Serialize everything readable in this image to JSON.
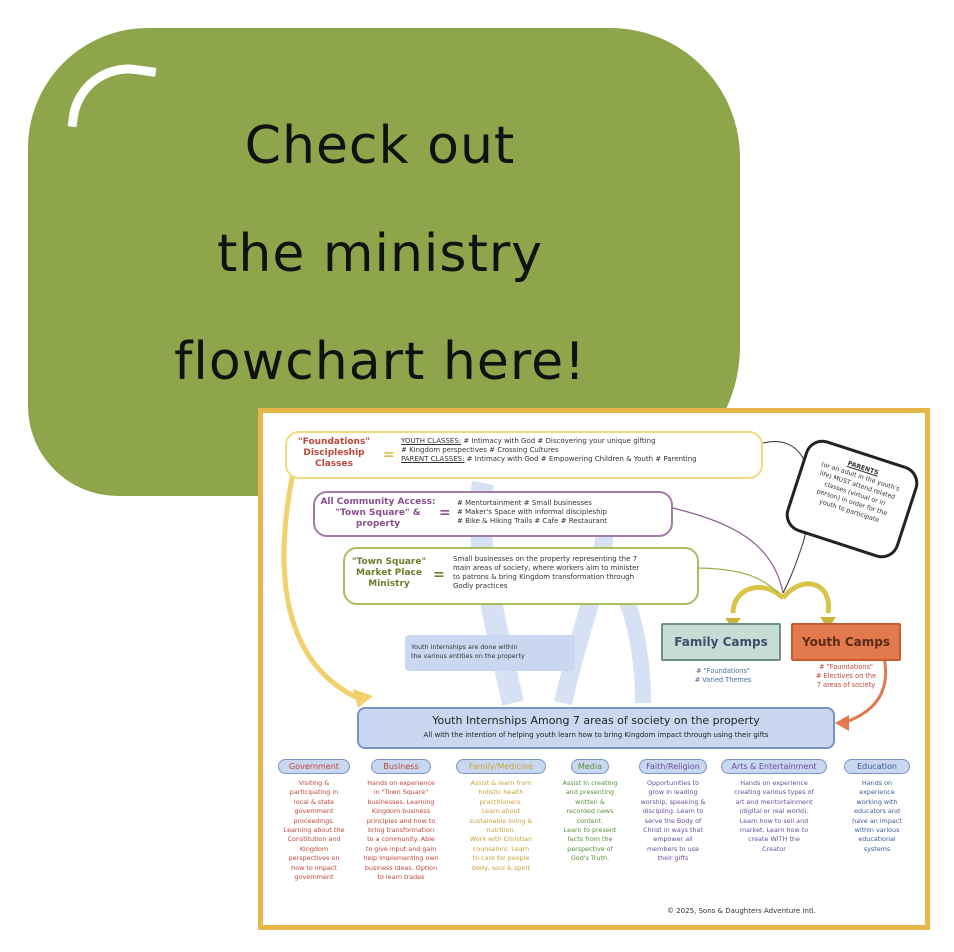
{
  "headline": [
    "Check out",
    "the ministry",
    "flowchart here!"
  ],
  "flowchart": {
    "foundations": {
      "label": [
        "\"Foundations\"",
        "Discipleship",
        "Classes"
      ],
      "youth_title": "YOUTH CLASSES:",
      "youth_text": "# Intimacy with God # Discovering your unique gifting",
      "youth_text2": "# Kingdom perspectives # Crossing Cultures",
      "parent_title": "PARENT CLASSES:",
      "parent_text": "# Intimacy with God # Empowering Children & Youth # Parenting"
    },
    "community": {
      "label": [
        "All Community Access:",
        "\"Town Square\" &",
        "property"
      ],
      "items": [
        "# Mentortainment # Small businesses",
        "# Maker's Space with informal discipleship",
        "# Bike & Hiking Trails # Cafe # Restaurant"
      ]
    },
    "market": {
      "label": [
        "\"Town Square\"",
        "Market Place",
        "Ministry"
      ],
      "text": [
        "Small businesses on the property representing the 7",
        "main areas of society, where workers aim to minister",
        "to patrons & bring Kingdom transformation through",
        "Godly practices"
      ]
    },
    "parents_note": [
      "PARENTS",
      "(or an adult in the youth's",
      "life) MUST attend related",
      "classes (virtual or in",
      "person) in order for the",
      "youth to participate"
    ],
    "internship_note": [
      "Youth internships are done within",
      "the various entities on the property"
    ],
    "family_camps": {
      "title": "Family Camps",
      "notes": [
        "# \"Foundations\"",
        "# Varied Themes"
      ]
    },
    "youth_camps": {
      "title": "Youth Camps",
      "notes": [
        "# \"Foundations\"",
        "# Electives on the",
        "7 areas of society"
      ]
    },
    "internships": {
      "title": "Youth Internships Among 7 areas of society on the property",
      "subtitle": "All with the intention of helping youth learn how to bring Kingdom impact through using their gifts"
    },
    "areas": [
      {
        "name": "Government",
        "color": "#c0463a",
        "desc": [
          "Visiting &",
          "participating in",
          "local & state",
          "government",
          "proceedings.",
          "Learning about the",
          "Constitution and",
          "Kingdom",
          "perspectives on",
          "how to impact",
          "government"
        ]
      },
      {
        "name": "Business",
        "color": "#c0463a",
        "desc": [
          "Hands on experience",
          "in \"Town Square\"",
          "businesses. Learning",
          "Kingdom business",
          "principles and how to",
          "bring transformation",
          "to a community. Able",
          "to give input and gain",
          "help implementing own",
          "business ideas. Option",
          "to learn trades"
        ]
      },
      {
        "name": "Family/Medicine",
        "color": "#c9a23a",
        "desc": [
          "Assist & learn from",
          "holistic health",
          "practitioners.",
          "Learn about",
          "sustainable living &",
          "nutrition.",
          "Work with Christian",
          "counselors. Learn",
          "to care for people",
          "body, soul & spirit"
        ]
      },
      {
        "name": "Media",
        "color": "#5a8f3a",
        "desc": [
          "Assist in creating",
          "and presenting",
          "written &",
          "recorded news",
          "content.",
          "Learn to present",
          "facts from the",
          "perspective of",
          "God's Truth."
        ]
      },
      {
        "name": "Faith/Religion",
        "color": "#6a4c9c",
        "desc": [
          "Opportunities to",
          "grow in leading",
          "worship, speaking &",
          "discipling. Learn to",
          "serve the Body of",
          "Christ in ways that",
          "empower all",
          "members to use",
          "their gifts"
        ]
      },
      {
        "name": "Arts & Entertainment",
        "color": "#6a4c9c",
        "desc": [
          "Hands on experience",
          "creating various types of",
          "art and mentortainment",
          "(digital or real world).",
          "Learn how to sell and",
          "market. Learn how to",
          "create WITH the",
          "Creator"
        ]
      },
      {
        "name": "Education",
        "color": "#3a5a9c",
        "desc": [
          "Hands on",
          "experience",
          "working with",
          "educators and",
          "have an impact",
          "within various",
          "educational",
          "systems"
        ]
      }
    ],
    "copyright": "© 2025, Sons & Daughters Adventure Intl."
  },
  "colors": {
    "bubble": "#8fa54b",
    "frame": "#e6b84a",
    "family_camps_bg": "#c8dcd6",
    "youth_camps_bg": "#e27a4e",
    "internship_bg": "#c9d8f0"
  }
}
